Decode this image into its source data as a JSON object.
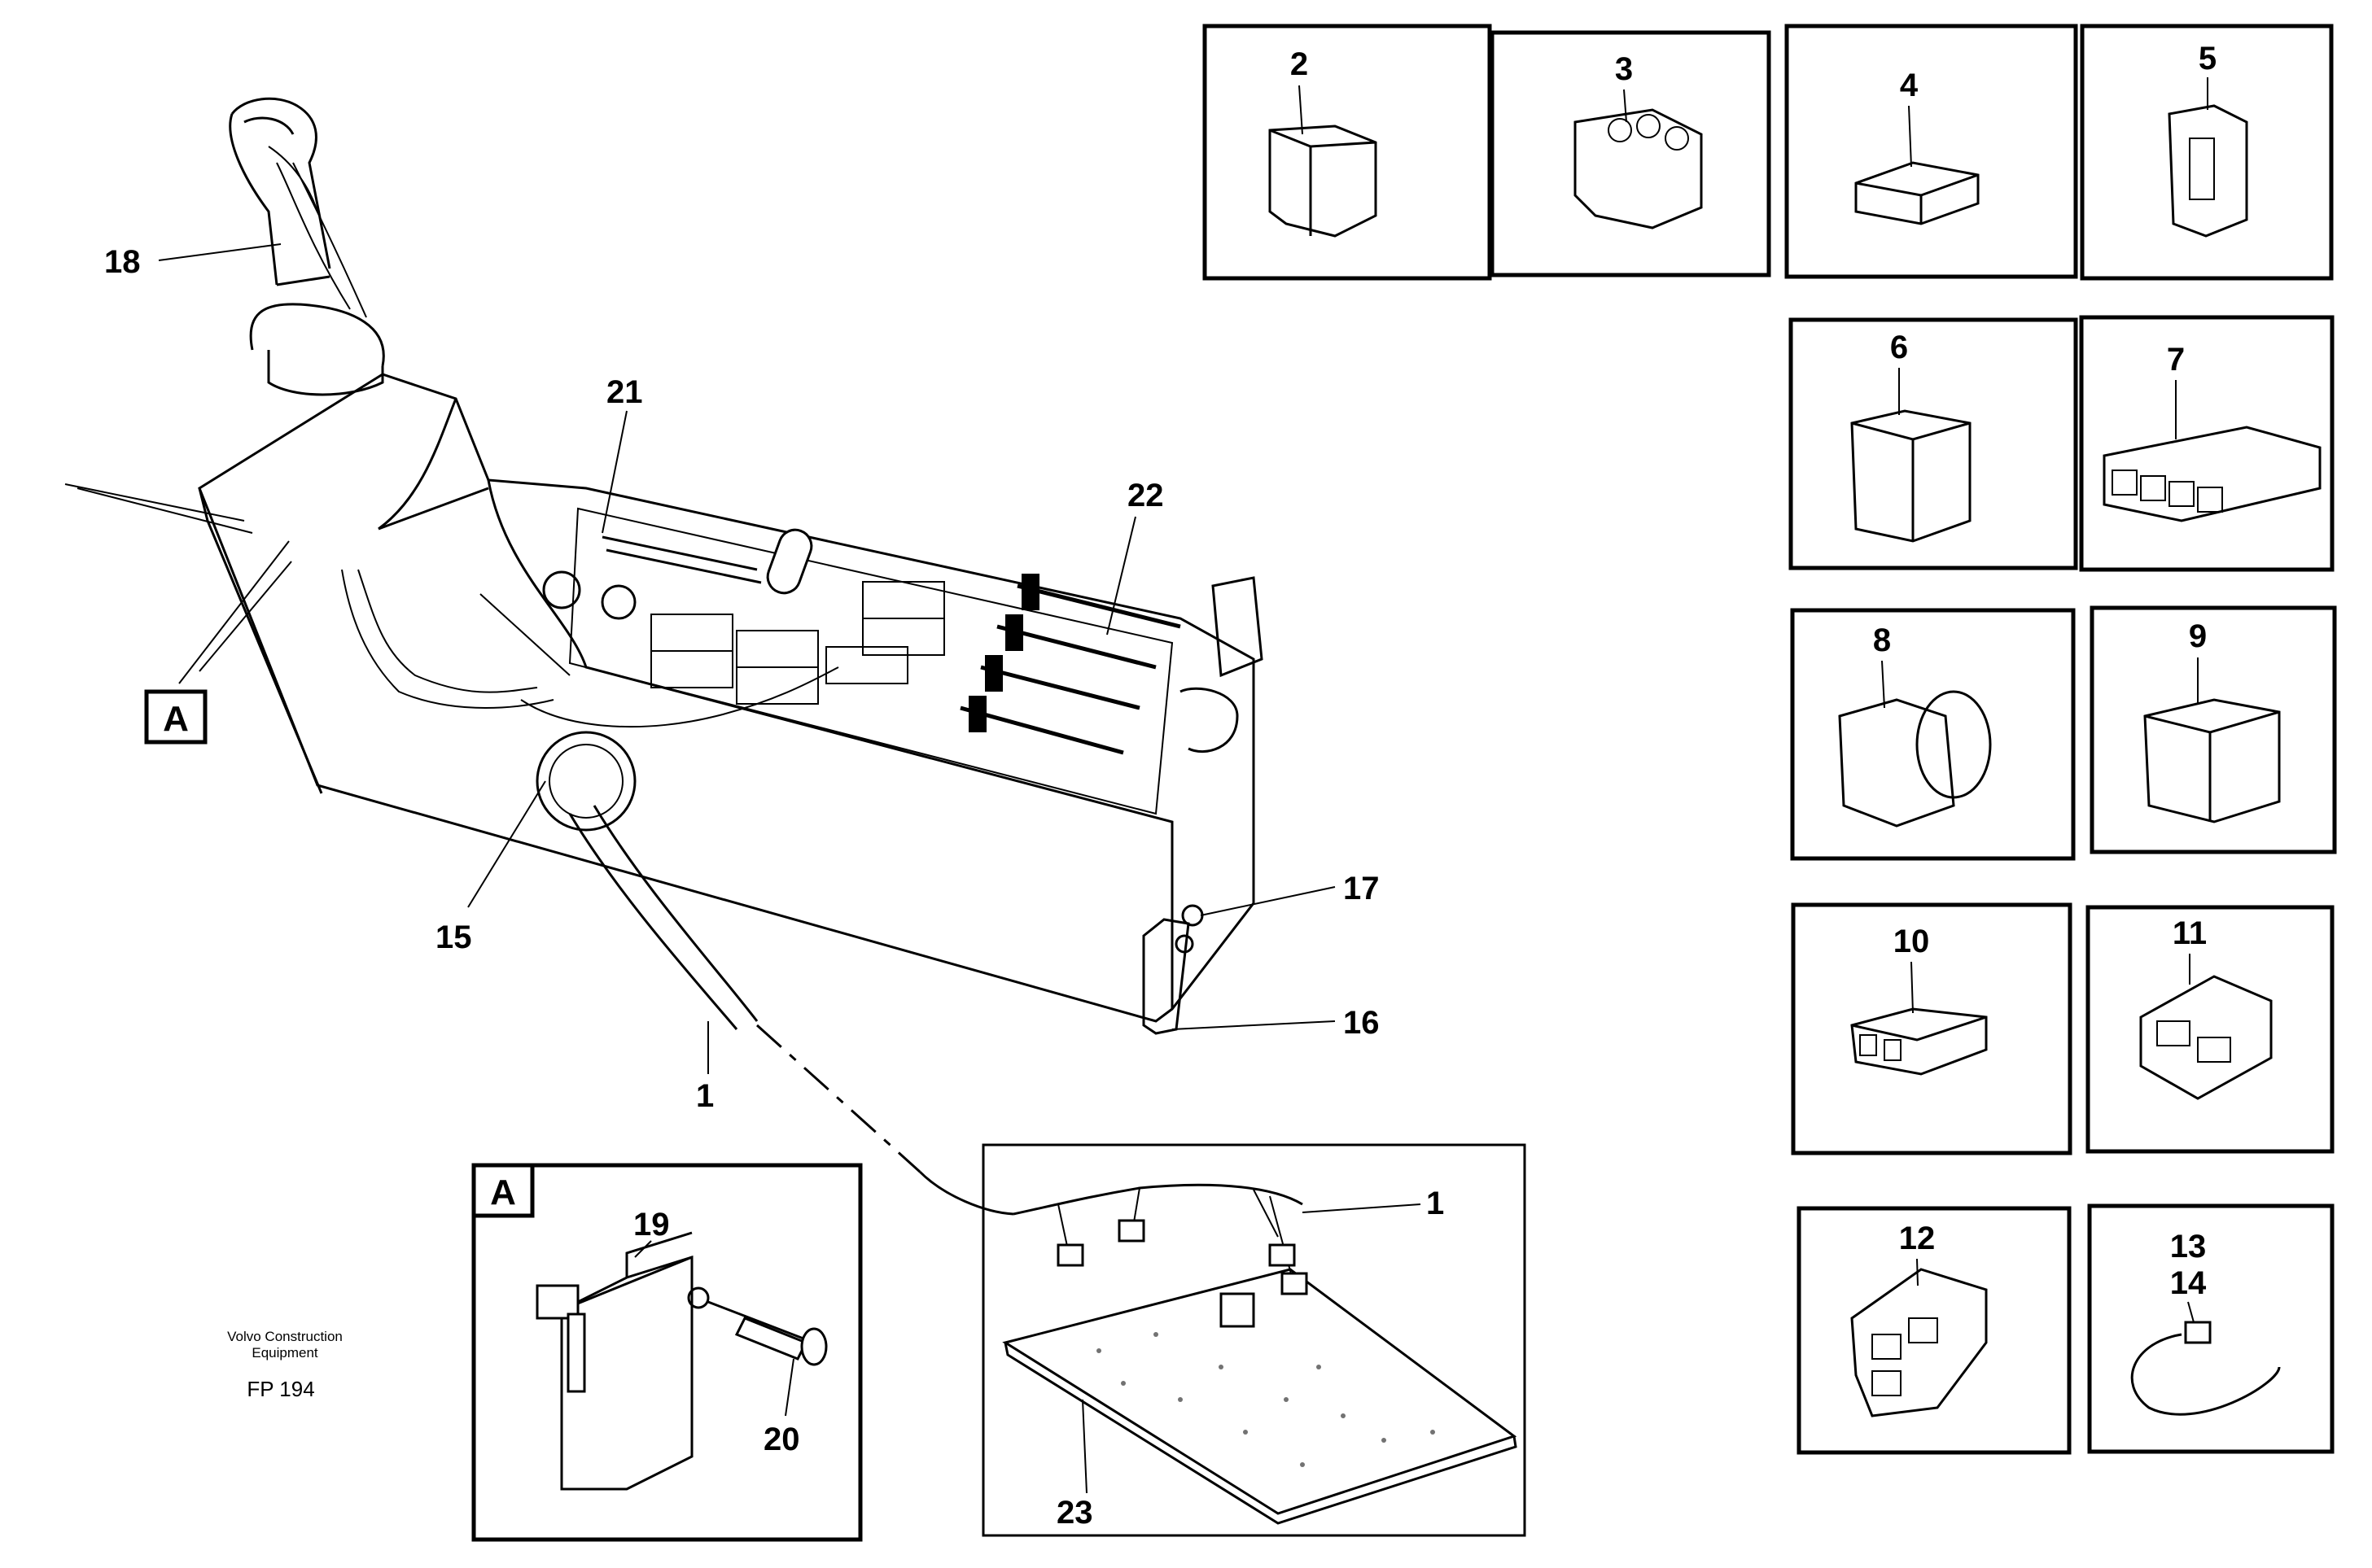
{
  "figure": {
    "caption_line1": "Volvo Construction",
    "caption_line2": "Equipment",
    "figure_code": "FP 194",
    "detail_marker": "A",
    "detail_box_marker": "A"
  },
  "callouts": {
    "c1a": "1",
    "c1b": "1",
    "c15": "15",
    "c16": "16",
    "c17": "17",
    "c18": "18",
    "c19": "19",
    "c20": "20",
    "c21": "21",
    "c22": "22",
    "c23": "23"
  },
  "connectors": [
    {
      "id": "2",
      "label": "2"
    },
    {
      "id": "3",
      "label": "3"
    },
    {
      "id": "4",
      "label": "4"
    },
    {
      "id": "5",
      "label": "5"
    },
    {
      "id": "6",
      "label": "6"
    },
    {
      "id": "7",
      "label": "7"
    },
    {
      "id": "8",
      "label": "8"
    },
    {
      "id": "9",
      "label": "9"
    },
    {
      "id": "10",
      "label": "10"
    },
    {
      "id": "11",
      "label": "11"
    },
    {
      "id": "12",
      "label": "12"
    },
    {
      "id": "13",
      "label": "13",
      "label2": "14"
    }
  ]
}
